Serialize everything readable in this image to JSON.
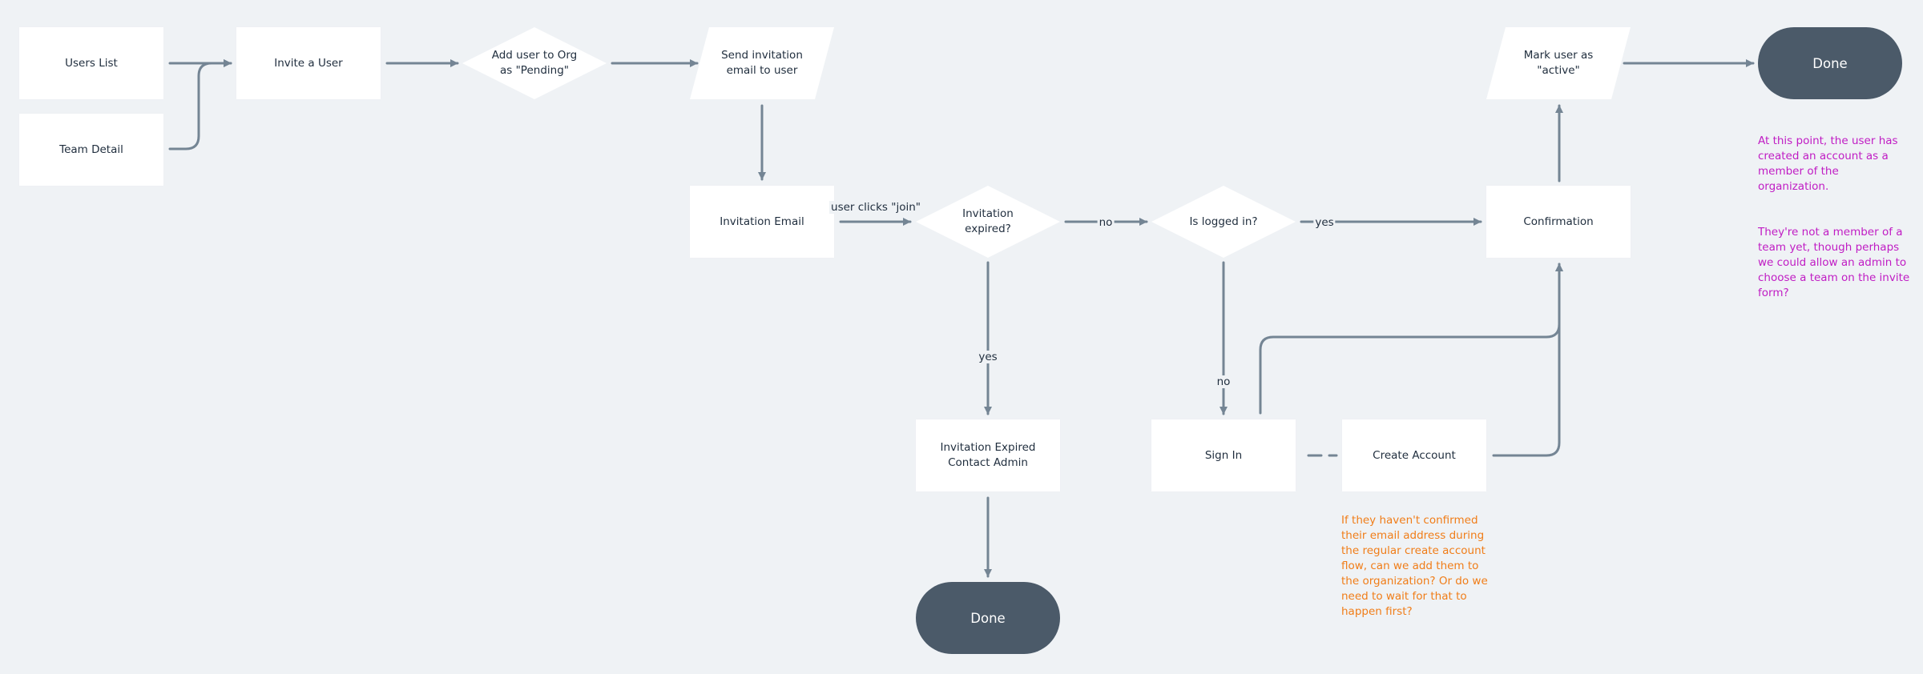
{
  "colors": {
    "background": "#eff2f5",
    "node_fill": "#ffffff",
    "terminal_fill": "#4b5a69",
    "connector": "#748594",
    "note_purple": "#c01cc4",
    "note_orange": "#f07d18"
  },
  "nodes": {
    "users_list": {
      "label": "Users List",
      "shape": "rectangle"
    },
    "team_detail": {
      "label": "Team Detail",
      "shape": "rectangle"
    },
    "invite_user": {
      "label": "Invite a User",
      "shape": "rectangle"
    },
    "add_user_org": {
      "label": "Add user to Org\nas \"Pending\"",
      "shape": "diamond"
    },
    "send_invitation": {
      "label": "Send invitation\nemail to user",
      "shape": "parallelogram"
    },
    "invitation_email": {
      "label": "Invitation Email",
      "shape": "rectangle"
    },
    "invitation_expired_q": {
      "label": "Invitation\nexpired?",
      "shape": "diamond"
    },
    "is_logged_in_q": {
      "label": "Is logged in?",
      "shape": "diamond"
    },
    "confirmation": {
      "label": "Confirmation",
      "shape": "rectangle"
    },
    "mark_active": {
      "label": "Mark user as\n\"active\"",
      "shape": "parallelogram"
    },
    "done_top": {
      "label": "Done",
      "shape": "terminal"
    },
    "invitation_expired_box": {
      "label": "Invitation Expired\nContact Admin",
      "shape": "rectangle"
    },
    "done_bottom": {
      "label": "Done",
      "shape": "terminal"
    },
    "sign_in": {
      "label": "Sign In",
      "shape": "rectangle"
    },
    "create_account": {
      "label": "Create Account",
      "shape": "rectangle"
    }
  },
  "edge_labels": {
    "user_clicks_join": "user clicks \"join\"",
    "no_expired": "no",
    "yes_logged_in": "yes",
    "yes_expired": "yes",
    "no_logged_in": "no"
  },
  "notes": {
    "purple": {
      "p1": "At this point, the user has created an account as a member of the organization.",
      "p2": "They're not a member of a team yet, though perhaps we could allow an admin to choose a team on the invite form?"
    },
    "orange": "If they haven't confirmed their email address during the regular create account flow, can we add them to the organization? Or do we need to wait for that to happen first?"
  }
}
